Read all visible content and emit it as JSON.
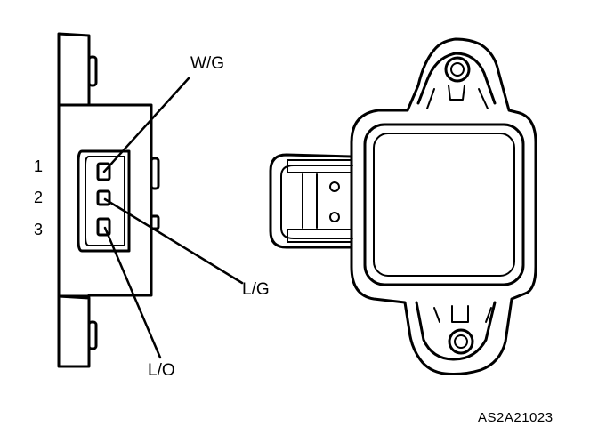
{
  "pin_numbers": [
    "1",
    "2",
    "3"
  ],
  "wire_labels": {
    "pin1": "W/G",
    "pin2": "L/G",
    "pin3": "L/O"
  },
  "figure_code": "AS2A21023"
}
